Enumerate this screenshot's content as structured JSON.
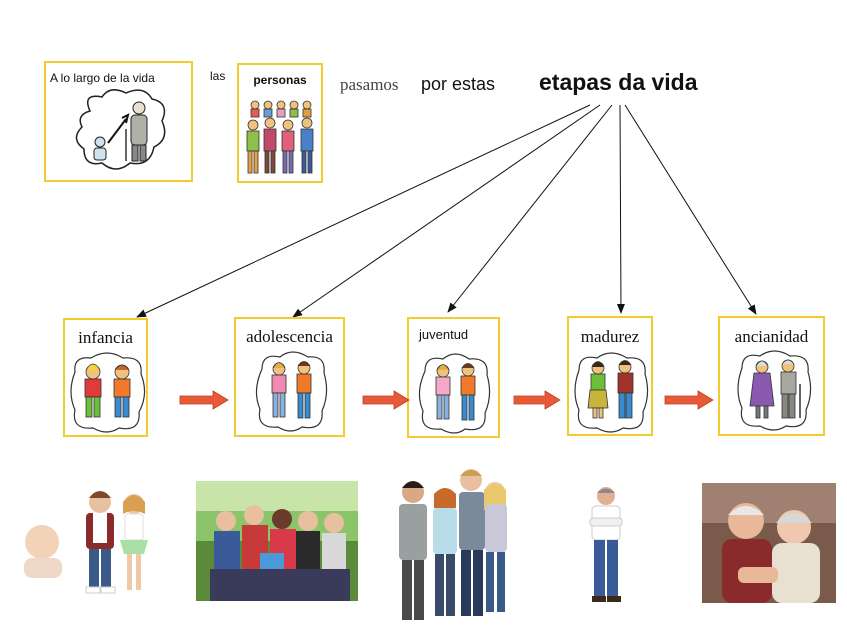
{
  "header": {
    "card1_text": "A lo largo de  la vida",
    "word_las": "las",
    "card2_text": "personas",
    "word_pasamos": "pasamos",
    "word_por_estas": "por estas",
    "title": "etapas da vida"
  },
  "stages": [
    {
      "label": "infancia"
    },
    {
      "label": "adolescencia"
    },
    {
      "label": "juventud"
    },
    {
      "label": "madurez"
    },
    {
      "label": "ancianidad"
    }
  ],
  "colors": {
    "card_border": "#f2cc2e",
    "flow_arrow": "#e85a36",
    "connector": "#111111"
  },
  "icons": {
    "life_card": "baby-to-elder-arrow-icon",
    "people_card": "people-group-icon",
    "infancia": "children-pair-icon",
    "adolescencia": "teen-pair-icon",
    "juventud": "young-pair-icon",
    "madurez": "adult-pair-icon",
    "ancianidad": "elderly-pair-icon"
  }
}
